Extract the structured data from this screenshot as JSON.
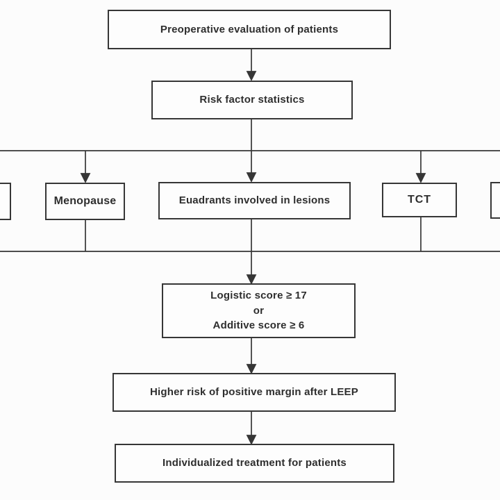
{
  "flowchart": {
    "nodes": {
      "preop": {
        "label": "Preoperative evaluation of patients"
      },
      "risk": {
        "label": "Risk factor statistics"
      },
      "menopause": {
        "label": "Menopause"
      },
      "quadrants": {
        "label": "Euadrants involved in lesions"
      },
      "tct": {
        "label": "TCT"
      },
      "score": {
        "lines": [
          "Logistic score ≥ 17",
          "or",
          "Additive score ≥ 6"
        ]
      },
      "higher": {
        "label": "Higher risk of positive margin after LEEP"
      },
      "treatment": {
        "label": "Individualized treatment for patients"
      }
    },
    "colors": {
      "line": "#363636",
      "text": "#2e2e2e",
      "box_background": "#fdfdfd",
      "page_background": "#fcfcfc"
    }
  }
}
